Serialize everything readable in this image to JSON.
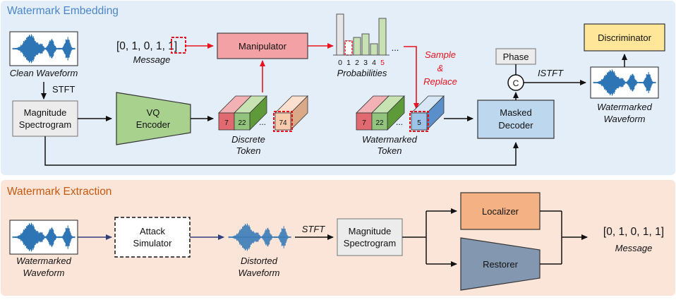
{
  "embedding": {
    "title": "Watermark Embedding",
    "clean_waveform_label": "Clean Waveform",
    "stft_label": "STFT",
    "spectrogram_line1": "Magnitude",
    "spectrogram_line2": "Spectrogram",
    "encoder_line1": "VQ",
    "encoder_line2": "Encoder",
    "message_bits": [
      "[0, 1, 0, 1, ",
      "1",
      "]"
    ],
    "message_label": "Message",
    "manipulator_label": "Manipulator",
    "probabilities_label": "Probabilities",
    "prob_tick_labels": [
      "0",
      "1",
      "2",
      "3",
      "4",
      "5"
    ],
    "prob_ellipsis": "...",
    "sample_replace": [
      "Sample",
      "&",
      "Replace"
    ],
    "discrete_token_line1": "Discrete",
    "discrete_token_line2": "Token",
    "discrete_values": [
      "7",
      "22",
      "...",
      "74"
    ],
    "watermarked_token_line1": "Watermarked",
    "watermarked_token_line2": "Token",
    "watermarked_values": [
      "7",
      "22",
      "...",
      "5"
    ],
    "phase_label": "Phase",
    "concat_symbol": "C",
    "istft_label": "ISTFT",
    "decoder_line1": "Masked",
    "decoder_line2": "Decoder",
    "discriminator_label": "Discriminator",
    "output_waveform_line1": "Watermarked",
    "output_waveform_line2": "Waveform"
  },
  "extraction": {
    "title": "Watermark Extraction",
    "input_waveform_line1": "Watermarked",
    "input_waveform_line2": "Waveform",
    "attack_line1": "Attack",
    "attack_line2": "Simulator",
    "distorted_line1": "Distorted",
    "distorted_line2": "Waveform",
    "stft_label": "STFT",
    "spectrogram_line1": "Magnitude",
    "spectrogram_line2": "Spectrogram",
    "localizer_label": "Localizer",
    "restorer_label": "Restorer",
    "output_message": "[0, 1, 0, 1, 1]",
    "message_label": "Message"
  },
  "colors": {
    "embed_bg": "#e4eef9",
    "extract_bg": "#fbe4d8",
    "embed_title": "#4a86c8",
    "extract_title": "#c55a11",
    "waveform": "#2e75b6",
    "manipulator": "#f4a1a6",
    "encoder": "#a9d18e",
    "decoder": "#bdd7ee",
    "discriminator": "#ffe699",
    "localizer": "#f4b183",
    "restorer": "#8497b0",
    "accent_red": "#e8141f"
  }
}
